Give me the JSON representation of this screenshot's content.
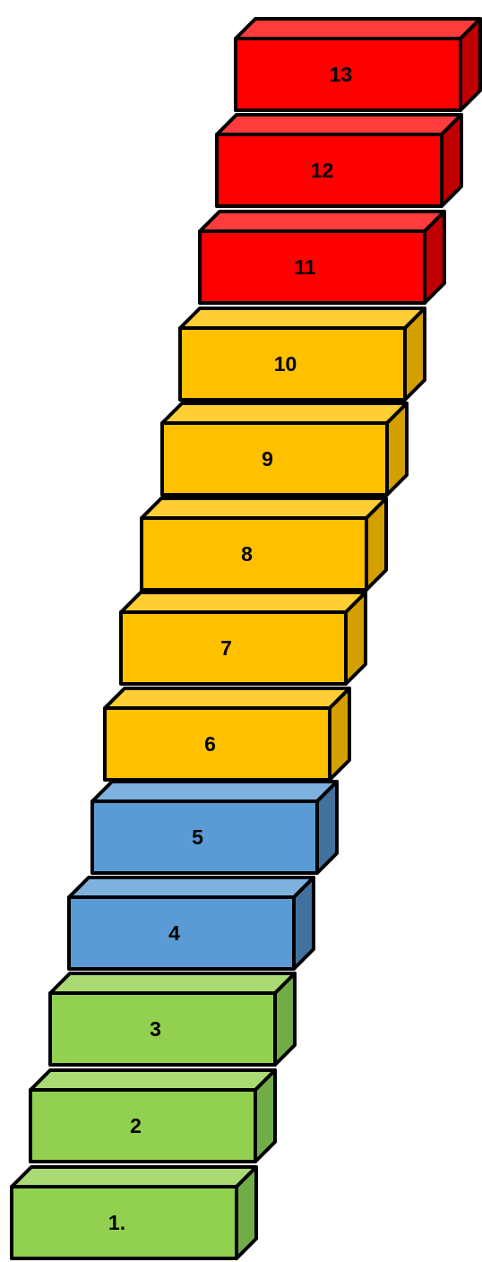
{
  "colors": {
    "green": {
      "front": "#92D050",
      "top": "#A9DA74",
      "side": "#70AD47"
    },
    "blue": {
      "front": "#5B9BD5",
      "top": "#7EB1DE",
      "side": "#41719C"
    },
    "yellow": {
      "front": "#FFC000",
      "top": "#FFCD34",
      "side": "#D4A000"
    },
    "red": {
      "front": "#FF0000",
      "top": "#FF3B3B",
      "side": "#C00000"
    }
  },
  "steps": [
    {
      "label": "1.",
      "color": "green"
    },
    {
      "label": "2",
      "color": "green"
    },
    {
      "label": "3",
      "color": "green"
    },
    {
      "label": "4",
      "color": "blue"
    },
    {
      "label": "5",
      "color": "blue"
    },
    {
      "label": "6",
      "color": "yellow"
    },
    {
      "label": "7",
      "color": "yellow"
    },
    {
      "label": "8",
      "color": "yellow"
    },
    {
      "label": "9",
      "color": "yellow"
    },
    {
      "label": "10",
      "color": "yellow"
    },
    {
      "label": "11",
      "color": "red"
    },
    {
      "label": "12",
      "color": "red"
    },
    {
      "label": "13",
      "color": "red"
    }
  ]
}
